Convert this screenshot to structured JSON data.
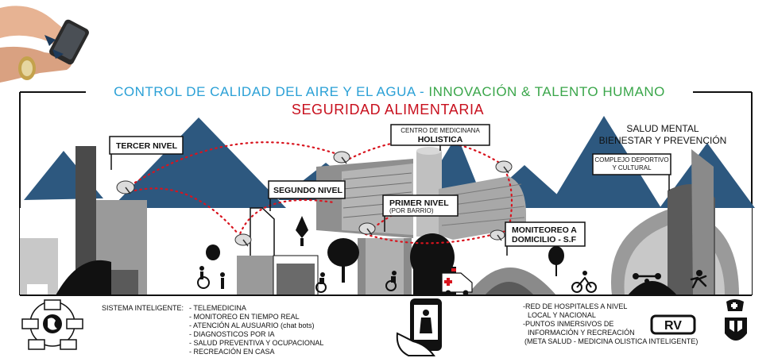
{
  "title": {
    "part1": "CONTROL DE CALIDAD DEL AIRE Y EL AGUA",
    "sep": " - ",
    "part2": "INNOVACIÓN & TALENTO HUMANO",
    "subtitle": "SEGURIDAD ALIMENTARIA"
  },
  "labels": {
    "tercer_nivel": "TERCER NIVEL",
    "segundo_nivel": "SEGUNDO NIVEL",
    "primer_nivel": "PRIMER NIVEL",
    "primer_nivel_sub": "(POR BARRIO)",
    "centro_line1": "CENTRO DE MEDICINANA",
    "centro_line2": "HOLISTICA",
    "monitoreo_line1": "MONITEOREO A",
    "monitoreo_line2": "DOMICILIO - S.F",
    "salud_line1": "SALUD MENTAL",
    "salud_line2": "BIENESTAR Y PREVENCIÓN",
    "complejo_line1": "COMPLEJO DEPORTIVO",
    "complejo_line2": "Y CULTURAL"
  },
  "sistema": {
    "heading": "SISTEMA INTELIGENTE:",
    "items": [
      "- TELEMEDICINA",
      "- MONITOREO EN TIEMPO REAL",
      "- ATENCIÓN AL AUSUARIO (chat bots)",
      "- DIAGNOSTICOS POR IA",
      "- SALUD PREVENTIVA Y OCUPACIONAL",
      "- RECREACIÓN EN CASA"
    ]
  },
  "red": {
    "items": [
      "-RED DE HOSPITALES A NIVEL",
      "LOCAL Y NACIONAL",
      "-PUNTOS INMERSIVOS DE",
      "INFORMACIÓN Y RECREACIÓN",
      "(META SALUD - MEDICINA OLISTICA INTELIGENTE)"
    ]
  },
  "badge": {
    "rv": "RV"
  },
  "colors": {
    "mountain": "#2d587f",
    "ink": "#111111",
    "gray_dark": "#5a5a5a",
    "gray_mid": "#9a9a9a",
    "gray_light": "#c8c8c8",
    "accent_blue": "#2aa0d6",
    "accent_green": "#3aa64a",
    "accent_red": "#c8101e"
  },
  "icons": [
    "hands-phone-icon",
    "satellite-dish-icon",
    "network-globe-icon",
    "hand-phone-icon",
    "rv-badge-icon",
    "nurse-shield-icon",
    "ambulance-icon",
    "wheelchair-icon",
    "cyclist-icon",
    "weightlifter-icon",
    "runner-icon"
  ]
}
